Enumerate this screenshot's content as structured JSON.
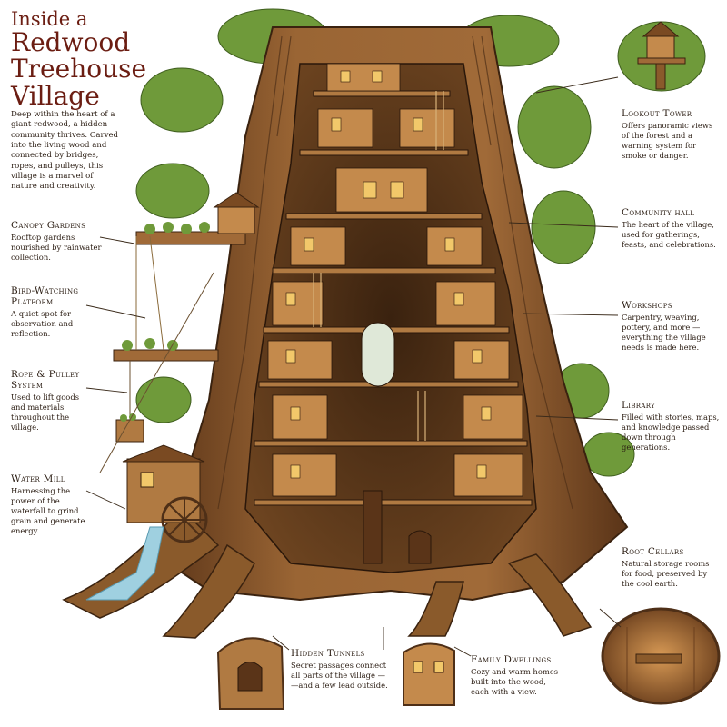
{
  "title": {
    "line1": "Inside a",
    "line2": "Redwood",
    "line3": "Treehouse",
    "line4": "Village"
  },
  "intro": "Deep within the heart of a giant redwood, a hidden community thrives. Carved into the living wood and connected by bridges, ropes, and pulleys, this village is a marvel of nature and creativity.",
  "labels": {
    "canopy": {
      "title": "Canopy Gardens",
      "text": "Rooftop gardens nourished by rainwater collection."
    },
    "bird": {
      "title": "Bird-Watching Platform",
      "text": "A quiet spot for observation and reflection."
    },
    "rope": {
      "title": "Rope & Pulley System",
      "text": "Used to lift goods and materials throughout the village."
    },
    "mill": {
      "title": "Water Mill",
      "text": "Harnessing the power of the waterfall to grind grain and generate energy."
    },
    "lookout": {
      "title": "Lookout Tower",
      "text": "Offers panoramic views of the forest and a warning system for smoke or danger."
    },
    "hall": {
      "title": "Community hall",
      "text": "The heart of the village, used for gatherings, feasts, and celebrations."
    },
    "workshops": {
      "title": "Workshops",
      "text": "Carpentry, weaving, pottery, and more — everything the village needs is made here."
    },
    "library": {
      "title": "Library",
      "text": "Filled with stories, maps, and knowledge passed down through generations."
    },
    "roots": {
      "title": "Root Cellars",
      "text": "Natural storage rooms for food, preserved by the cool earth."
    },
    "tunnels": {
      "title": "Hidden Tunnels",
      "text": "Secret passages connect all parts of the village — —and a few lead outside."
    },
    "family": {
      "title": "Family Dwellings",
      "text": "Cozy and warm homes built into the wood, each with a view."
    }
  },
  "colors": {
    "title": "#6b1d12",
    "bark": "#8a5a2b",
    "bark_dark": "#4e2f17",
    "foliage": "#6f9a3a",
    "water": "#9fd0e0"
  }
}
